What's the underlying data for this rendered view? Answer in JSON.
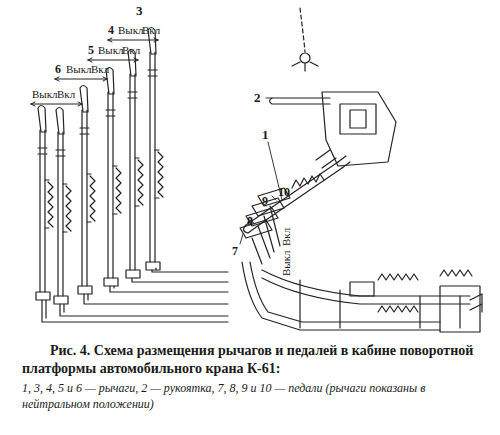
{
  "diagram": {
    "caption": "Рис. 4. Схема размещения рычагов и педалей в кабине поворотной платформы автомобильного крана К-61:",
    "labels": [
      "3",
      "4",
      "Выкл",
      "Вкл",
      "5",
      "Выкл",
      "Вкл",
      "6",
      "Выкл",
      "Вкл",
      "Выкл",
      "Вкл",
      "2",
      "1",
      "Выкл",
      "Вкл",
      "10",
      "9",
      "8",
      "7",
      "1, 3, 4, 5 и 6 — рычаги, 2 — рукоятка, 7, 8, 9 и 10 — педали (рычаги показаны в нейтральном положении)"
    ]
  }
}
